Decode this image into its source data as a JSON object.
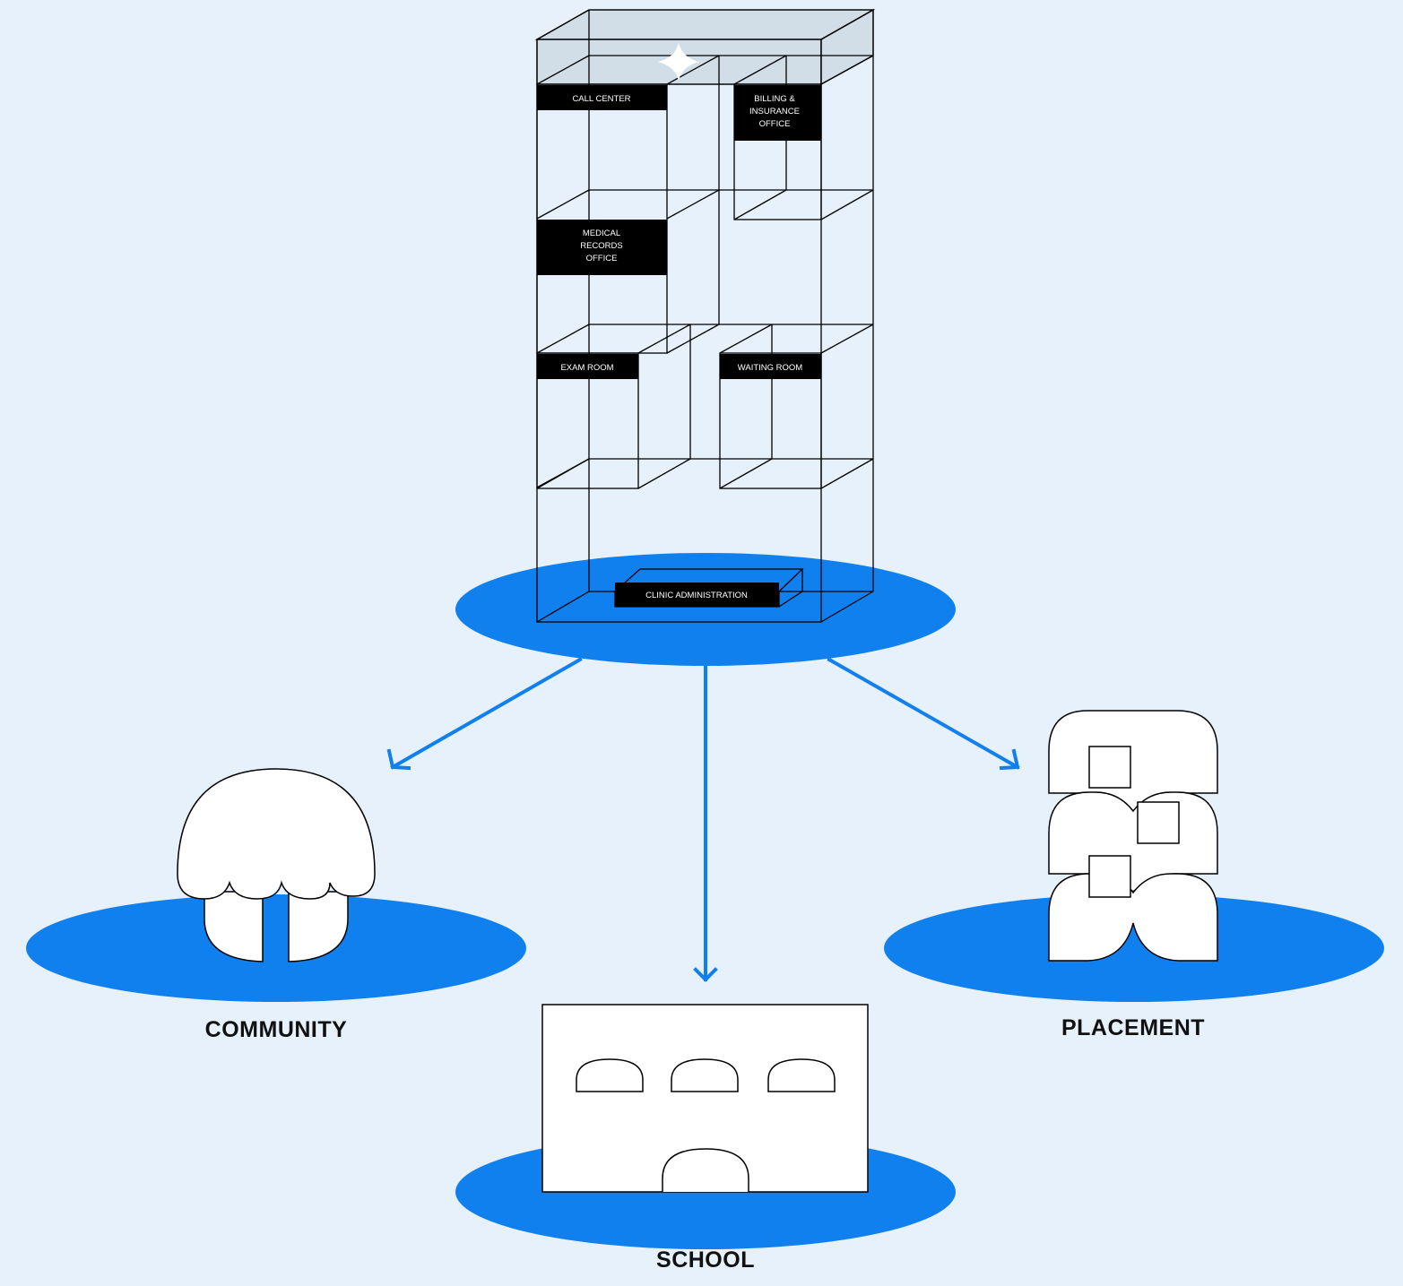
{
  "colors": {
    "background": "#e6f1fb",
    "platform": "#1180ef",
    "line": "#000000",
    "label_bg": "#000000",
    "label_text": "#ffffff",
    "roof": "#cfdbe4"
  },
  "clinic": {
    "rooms": {
      "call_center": "CALL CENTER",
      "billing_insurance": [
        "BILLING &",
        "INSURANCE",
        "OFFICE"
      ],
      "medical_records": [
        "MEDICAL",
        "RECORDS",
        "OFFICE"
      ],
      "exam_room": "EXAM ROOM",
      "waiting_room": "WAITING ROOM",
      "clinic_administration": "CLINIC ADMINISTRATION"
    },
    "icons": [
      "sparkle-icon"
    ]
  },
  "destinations": {
    "community": "COMMUNITY",
    "school": "SCHOOL",
    "placement": "PLACEMENT"
  },
  "icons": [
    "community-mushroom-icon",
    "school-building-icon",
    "placement-building-icon",
    "arrow-icon"
  ]
}
